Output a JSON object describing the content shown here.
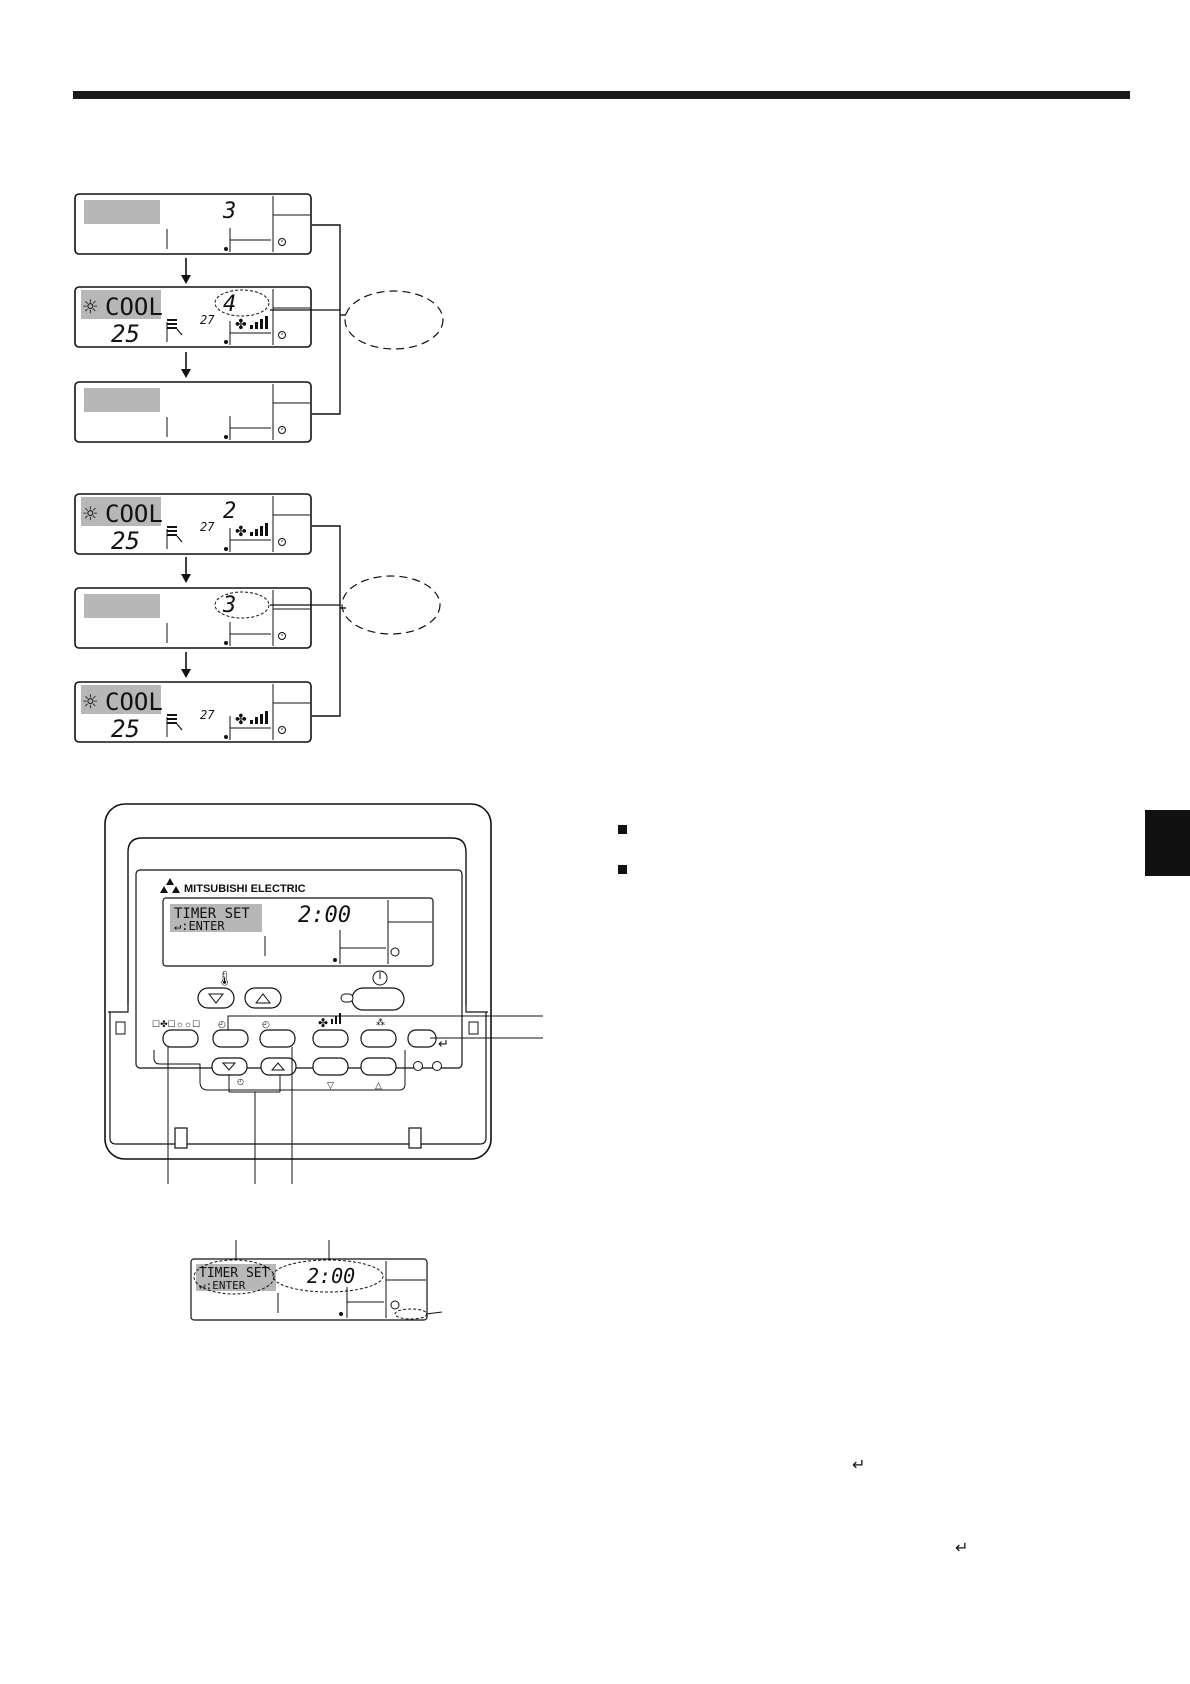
{
  "brand": "MITSUBISHI ELECTRIC",
  "sequence_a": {
    "panel1": {
      "number": "3"
    },
    "panel2": {
      "mode": "COOL",
      "temp": "25",
      "room_temp": "27",
      "number": "4"
    },
    "panel3": {}
  },
  "sequence_b": {
    "panel1": {
      "mode": "COOL",
      "temp": "25",
      "room_temp": "27",
      "number": "2"
    },
    "panel2": {
      "number": "3"
    },
    "panel3": {
      "mode": "COOL",
      "temp": "25",
      "room_temp": "27"
    }
  },
  "remote": {
    "lcd_line1": "TIMER SET",
    "lcd_line2": "↵:ENTER",
    "lcd_time": "2:00"
  },
  "detail": {
    "lcd_line1": "TIMER SET",
    "lcd_line2": "↵:ENTER",
    "lcd_time": "2:00"
  },
  "enter_symbols": [
    "↵",
    "↵"
  ],
  "icons": [
    "fan-icon",
    "clock-icon",
    "temp-icon",
    "power-icon",
    "vane-icon",
    "ventilation-icon",
    "enter-icon"
  ]
}
